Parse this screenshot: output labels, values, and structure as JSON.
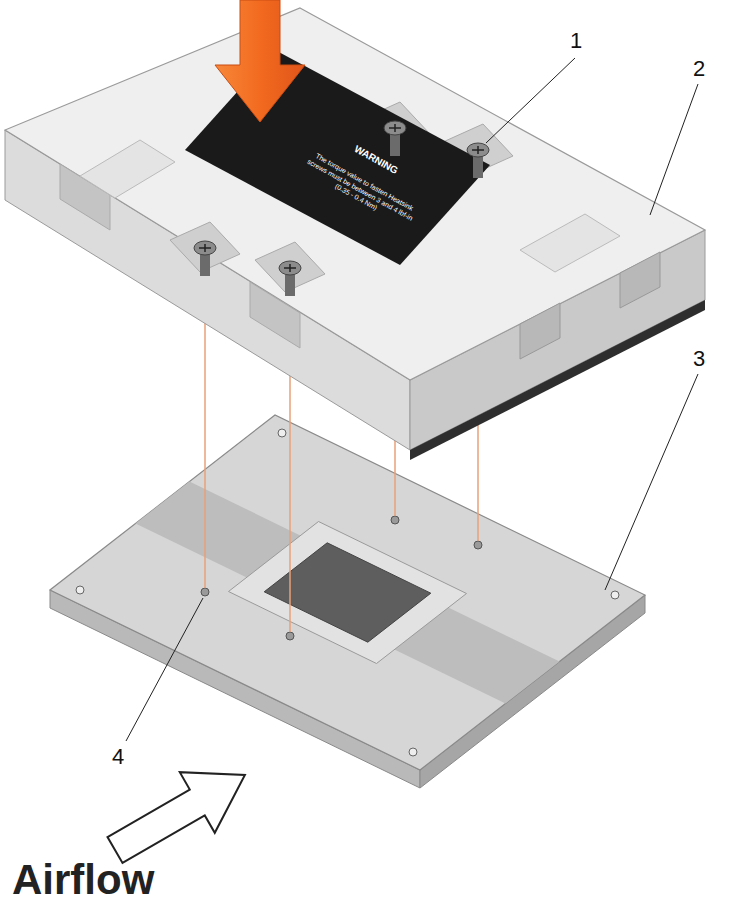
{
  "diagram": {
    "labels": [
      "1",
      "2",
      "3",
      "4",
      "WARNING",
      "The torque value to fasten Heatsink screws must be between 3 and 4 lbf-in (0.35 - 0.4 Nm)",
      "Airflow"
    ]
  }
}
